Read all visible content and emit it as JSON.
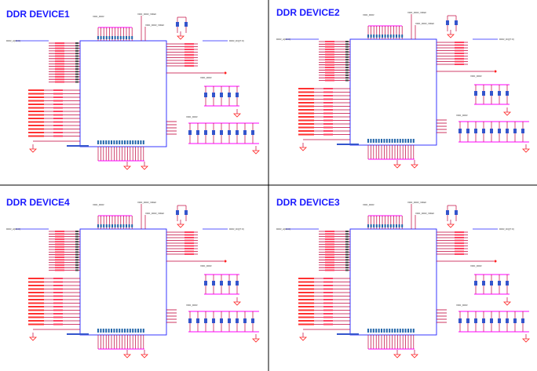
{
  "sheet": {
    "quadrants": [
      {
        "title": "DDR DEVICE1"
      },
      {
        "title": "DDR DEVICE2"
      },
      {
        "title": "DDR DEVICE4"
      },
      {
        "title": "DDR DEVICE3"
      }
    ],
    "net_labels": {
      "power": "VDD_DDR",
      "vref": "VDD_DDR_VREF"
    }
  },
  "colors": {
    "title": "#1a1aff",
    "chip_outline": "#2222ff",
    "net_wire": "#c0003a",
    "pin": "#ff00ff",
    "divider": "#000000",
    "ground": "#ff2020"
  }
}
